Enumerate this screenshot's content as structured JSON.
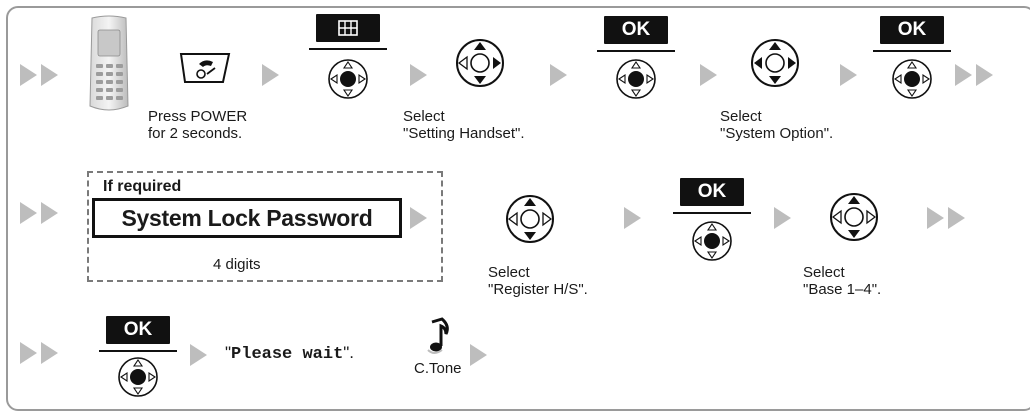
{
  "steps": {
    "power_label_line1": "Press POWER",
    "power_label_line2": "for 2 seconds.",
    "select1_line1": "Select",
    "select1_line2": "\"Setting Handset\".",
    "select2_line1": "Select",
    "select2_line2": "\"System Option\".",
    "if_required": "If required",
    "password_box": "System Lock Password",
    "digits": "4 digits",
    "select3_line1": "Select",
    "select3_line2": "\"Register H/S\".",
    "select4_line1": "Select",
    "select4_line2": "\"Base 1–4\".",
    "ok_label": "OK",
    "please_wait": "Please wait",
    "quote_open": "\"",
    "quote_close": "\".",
    "ctone": "C.Tone"
  },
  "colors": {
    "arrow": "#bdbdbd",
    "key": "#111111",
    "frame": "#9a9a9a"
  }
}
